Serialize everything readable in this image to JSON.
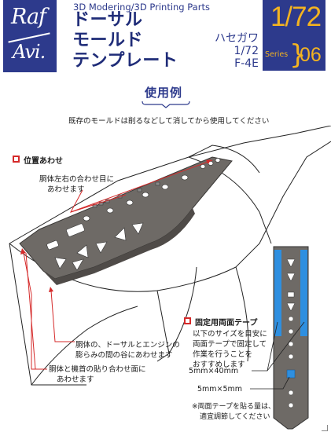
{
  "header": {
    "logo_top": "Raf",
    "logo_bottom": "Avi.",
    "subtitle": "3D Modering/3D Printing Parts",
    "title_lines": [
      "ドーサル",
      "モールド",
      "テンプレート"
    ],
    "maker": "ハセガワ",
    "kit_scale": "1/72",
    "kit_name": "F-4E",
    "scale": "1/72",
    "series_label": "Series",
    "series_number": "06"
  },
  "usage": {
    "title": "使用例",
    "intro": "既存のモールドは削るなどして消してから使用してください"
  },
  "alignment": {
    "heading": "位置あわせ",
    "note_1": [
      "胴体左右の合わせ目に",
      "あわせます"
    ],
    "note_2": [
      "胴体の、ドーサルとエンジンの",
      "膨らみの間の谷にあわせます"
    ],
    "note_3": [
      "胴体と機首の貼り合わせ面に",
      "あわせます"
    ]
  },
  "tape": {
    "heading": "固定用両面テープ",
    "description": [
      "以下のサイズを目安に",
      "両面テープで固定して",
      "作業を行うことを",
      "おすすめします"
    ],
    "size_long": "5mm×40mm",
    "size_square": "5mm×5mm",
    "caution": [
      "※両面テープを貼る量は、",
      "適宜調節してください"
    ]
  },
  "colors": {
    "brand_blue": "#2d3a8c",
    "accent_yellow": "#f3b321",
    "marker_red": "#d52a2a",
    "tape_blue": "#2e8fe0",
    "part_gray": "#6e6a66"
  }
}
